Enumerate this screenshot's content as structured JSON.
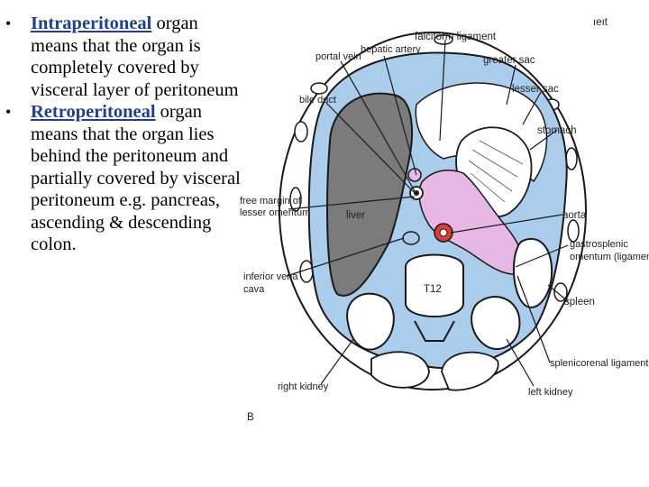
{
  "bullets": [
    {
      "symbol": "•",
      "term": "Intraperitoneal",
      "text": " organ means that the organ is completely covered by visceral layer of peritoneum"
    },
    {
      "symbol": "•",
      "term": "Retroperitoneal",
      "text": " organ means  that the organ lies behind the peritoneum and partially covered by visceral peritoneum e.g. pancreas, ascending & descending colon."
    }
  ],
  "diagram": {
    "corner_text": "ıeıt",
    "figure_letter": "B",
    "labels": {
      "falciform": "falciform ligament",
      "hepatic_artery": "hepatic artery",
      "portal_vein": "portal vein",
      "greater_sac": "greater sac",
      "bile_duct": "bile duct",
      "lesser_sac": "lesser sac",
      "stomach": "stomach",
      "free_margin_1": "free margin of",
      "free_margin_2": "lesser omentum",
      "liver": "liver",
      "aorta": "aorta",
      "gastrosplenic_1": "gastrosplenic",
      "gastrosplenic_2": "omentum (ligament)",
      "ivc_1": "inferior vena",
      "ivc_2": "cava",
      "t12": "T12",
      "spleen": "spleen",
      "splenicorenal": "splenicorenal ligament",
      "right_kidney": "right kidney",
      "left_kidney": "left kidney"
    },
    "colors": {
      "peritoneal_cavity": "#a9cdea",
      "liver": "#7b7b7b",
      "pink_region": "#e8b8e4",
      "aorta": "#e03a3a",
      "outline": "#1a1a1a"
    }
  }
}
